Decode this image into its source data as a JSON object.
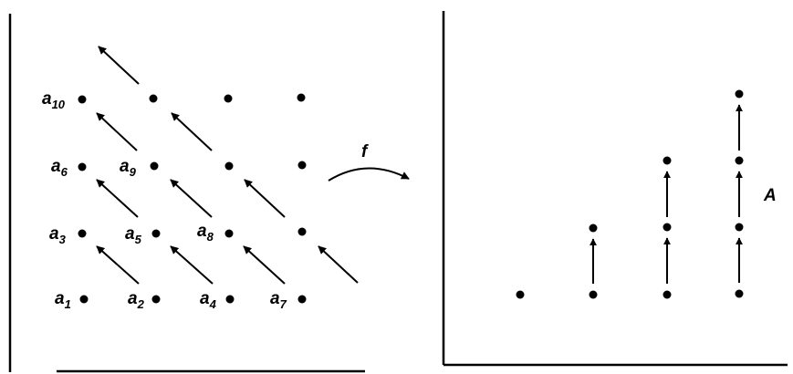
{
  "left_labels": {
    "a1": {
      "base": "a",
      "sub": "1"
    },
    "a2": {
      "base": "a",
      "sub": "2"
    },
    "a3": {
      "base": "a",
      "sub": "3"
    },
    "a4": {
      "base": "a",
      "sub": "4"
    },
    "a5": {
      "base": "a",
      "sub": "5"
    },
    "a6": {
      "base": "a",
      "sub": "6"
    },
    "a7": {
      "base": "a",
      "sub": "7"
    },
    "a8": {
      "base": "a",
      "sub": "8"
    },
    "a9": {
      "base": "a",
      "sub": "9"
    },
    "a10": {
      "base": "a",
      "sub": "10"
    }
  },
  "map_label": "f",
  "set_label": "A"
}
